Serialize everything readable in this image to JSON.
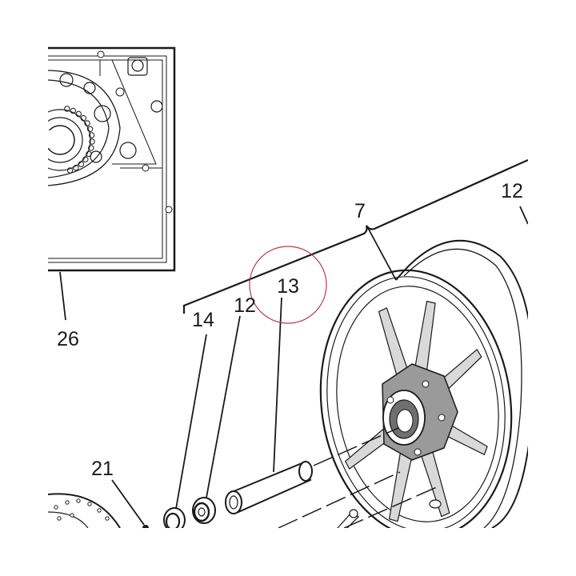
{
  "labels": {
    "inset_part": "26",
    "tire": "12",
    "wheel": "7",
    "spacer": "13",
    "bearing": "12",
    "seal": "14",
    "disc": "21"
  },
  "highlight": {
    "target": "13",
    "color": "#c0394b"
  },
  "colors": {
    "ink": "#1a1a1a",
    "paper": "#ffffff",
    "hub_shade": "#7a7a7a"
  }
}
